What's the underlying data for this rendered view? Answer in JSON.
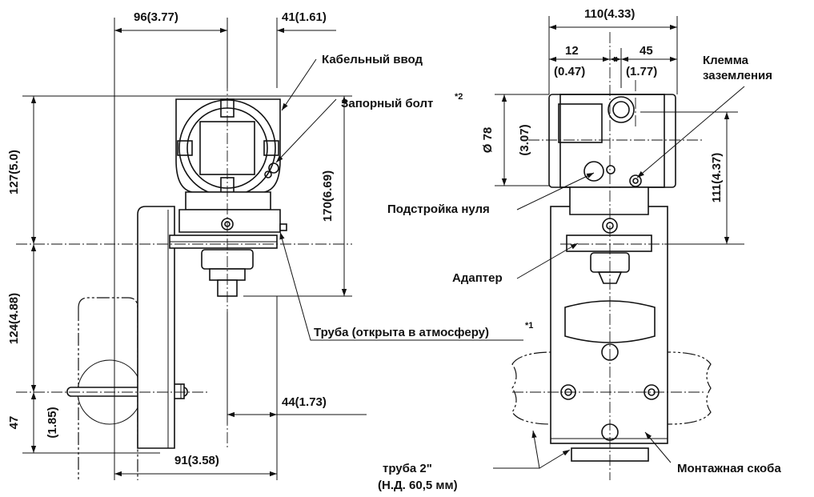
{
  "dimensions": {
    "d_96": "96(3.77)",
    "d_41": "41(1.61)",
    "d_127": "127(5.0)",
    "d_170": "170(6.69)",
    "d_124": "124(4.88)",
    "d_47": "47",
    "d_47_in": "(1.85)",
    "d_44": "44(1.73)",
    "d_91": "91(3.58)",
    "d_110": "110(4.33)",
    "d_12": "12",
    "d_12_in": "(0.47)",
    "d_45": "45",
    "d_45_in": "(1.77)",
    "d_78": "Ø 78",
    "d_78_in": "(3.07)",
    "d_111": "111(4.37)"
  },
  "labels": {
    "cable_entry": "Кабельный ввод",
    "lock_bolt": "Запорный болт",
    "lock_bolt_note": "*2",
    "ground_terminal_1": "Клемма",
    "ground_terminal_2": "заземления",
    "zero_adjust": "Подстройка нуля",
    "adapter": "Адаптер",
    "vent_pipe": "Труба (открыта в атмосферу)",
    "vent_pipe_note": "*1",
    "pipe_2in": "труба 2\"",
    "pipe_nd": "(Н.Д. 60,5 мм)",
    "mounting_bracket": "Монтажная скоба"
  }
}
